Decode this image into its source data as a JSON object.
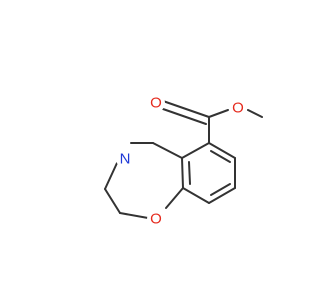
{
  "molecule": {
    "atoms": [
      {
        "id": "N",
        "label": "N",
        "color": "#1f39d6"
      },
      {
        "id": "O_ring",
        "label": "O",
        "color": "#e52a1d"
      },
      {
        "id": "O_carbonyl",
        "label": "O",
        "color": "#e52a1d"
      },
      {
        "id": "O_ester",
        "label": "O",
        "color": "#e52a1d"
      }
    ],
    "bond_color": "#333333"
  }
}
